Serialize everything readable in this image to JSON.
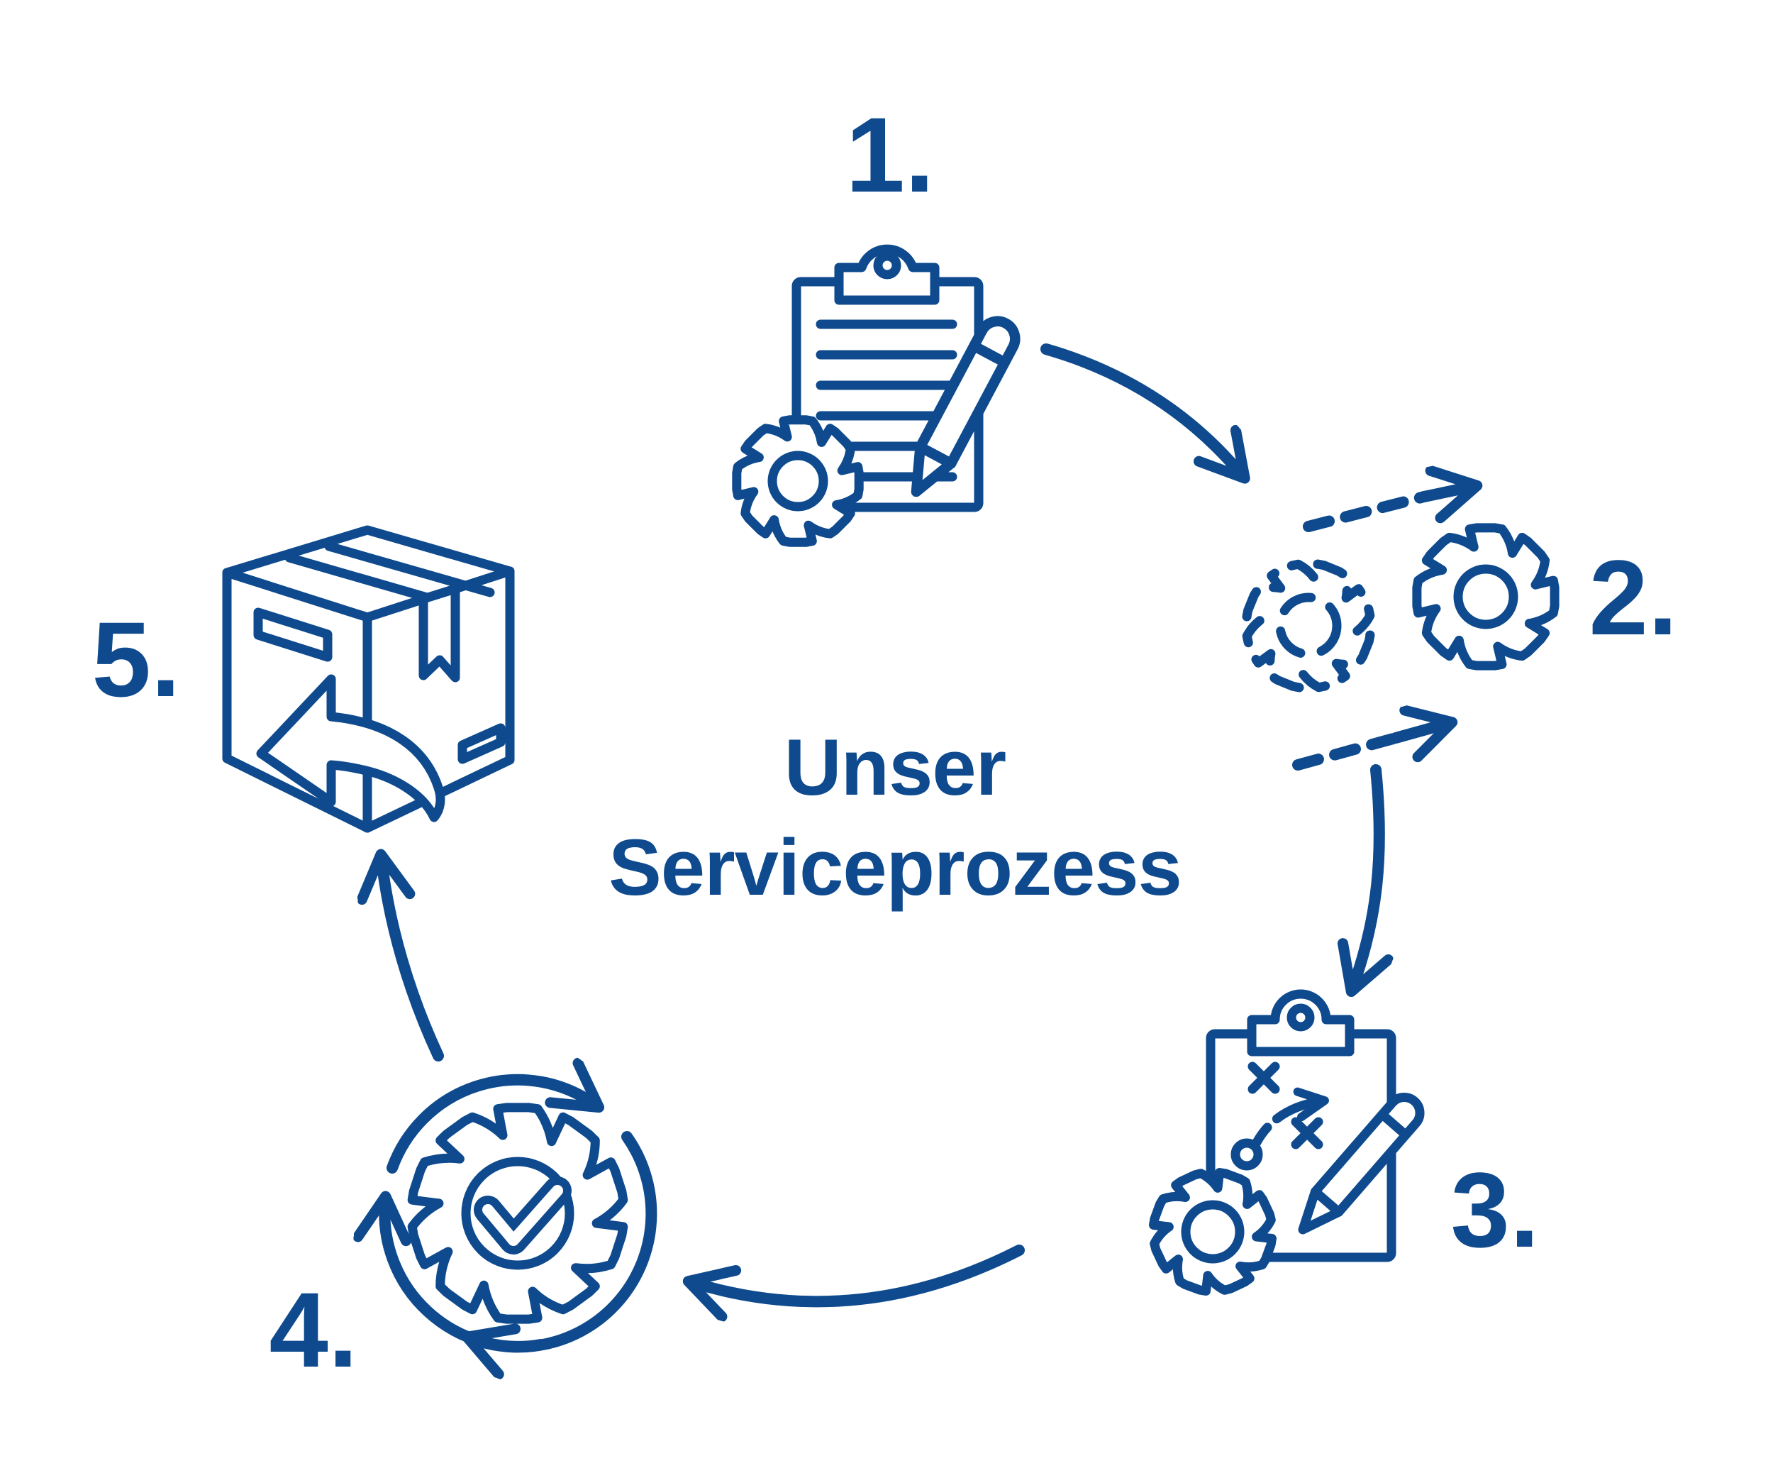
{
  "colors": {
    "primary": "#0e4a8d",
    "background": "#ffffff"
  },
  "title": {
    "line1": "Unser",
    "line2": "Serviceprozess"
  },
  "steps": [
    {
      "label": "1.",
      "icon": "clipboard-pencil-gear-icon"
    },
    {
      "label": "2.",
      "icon": "gears-transfer-icon"
    },
    {
      "label": "3.",
      "icon": "strategy-clipboard-pencil-gear-icon"
    },
    {
      "label": "4.",
      "icon": "gear-check-cycle-icon"
    },
    {
      "label": "5.",
      "icon": "package-return-icon"
    }
  ]
}
